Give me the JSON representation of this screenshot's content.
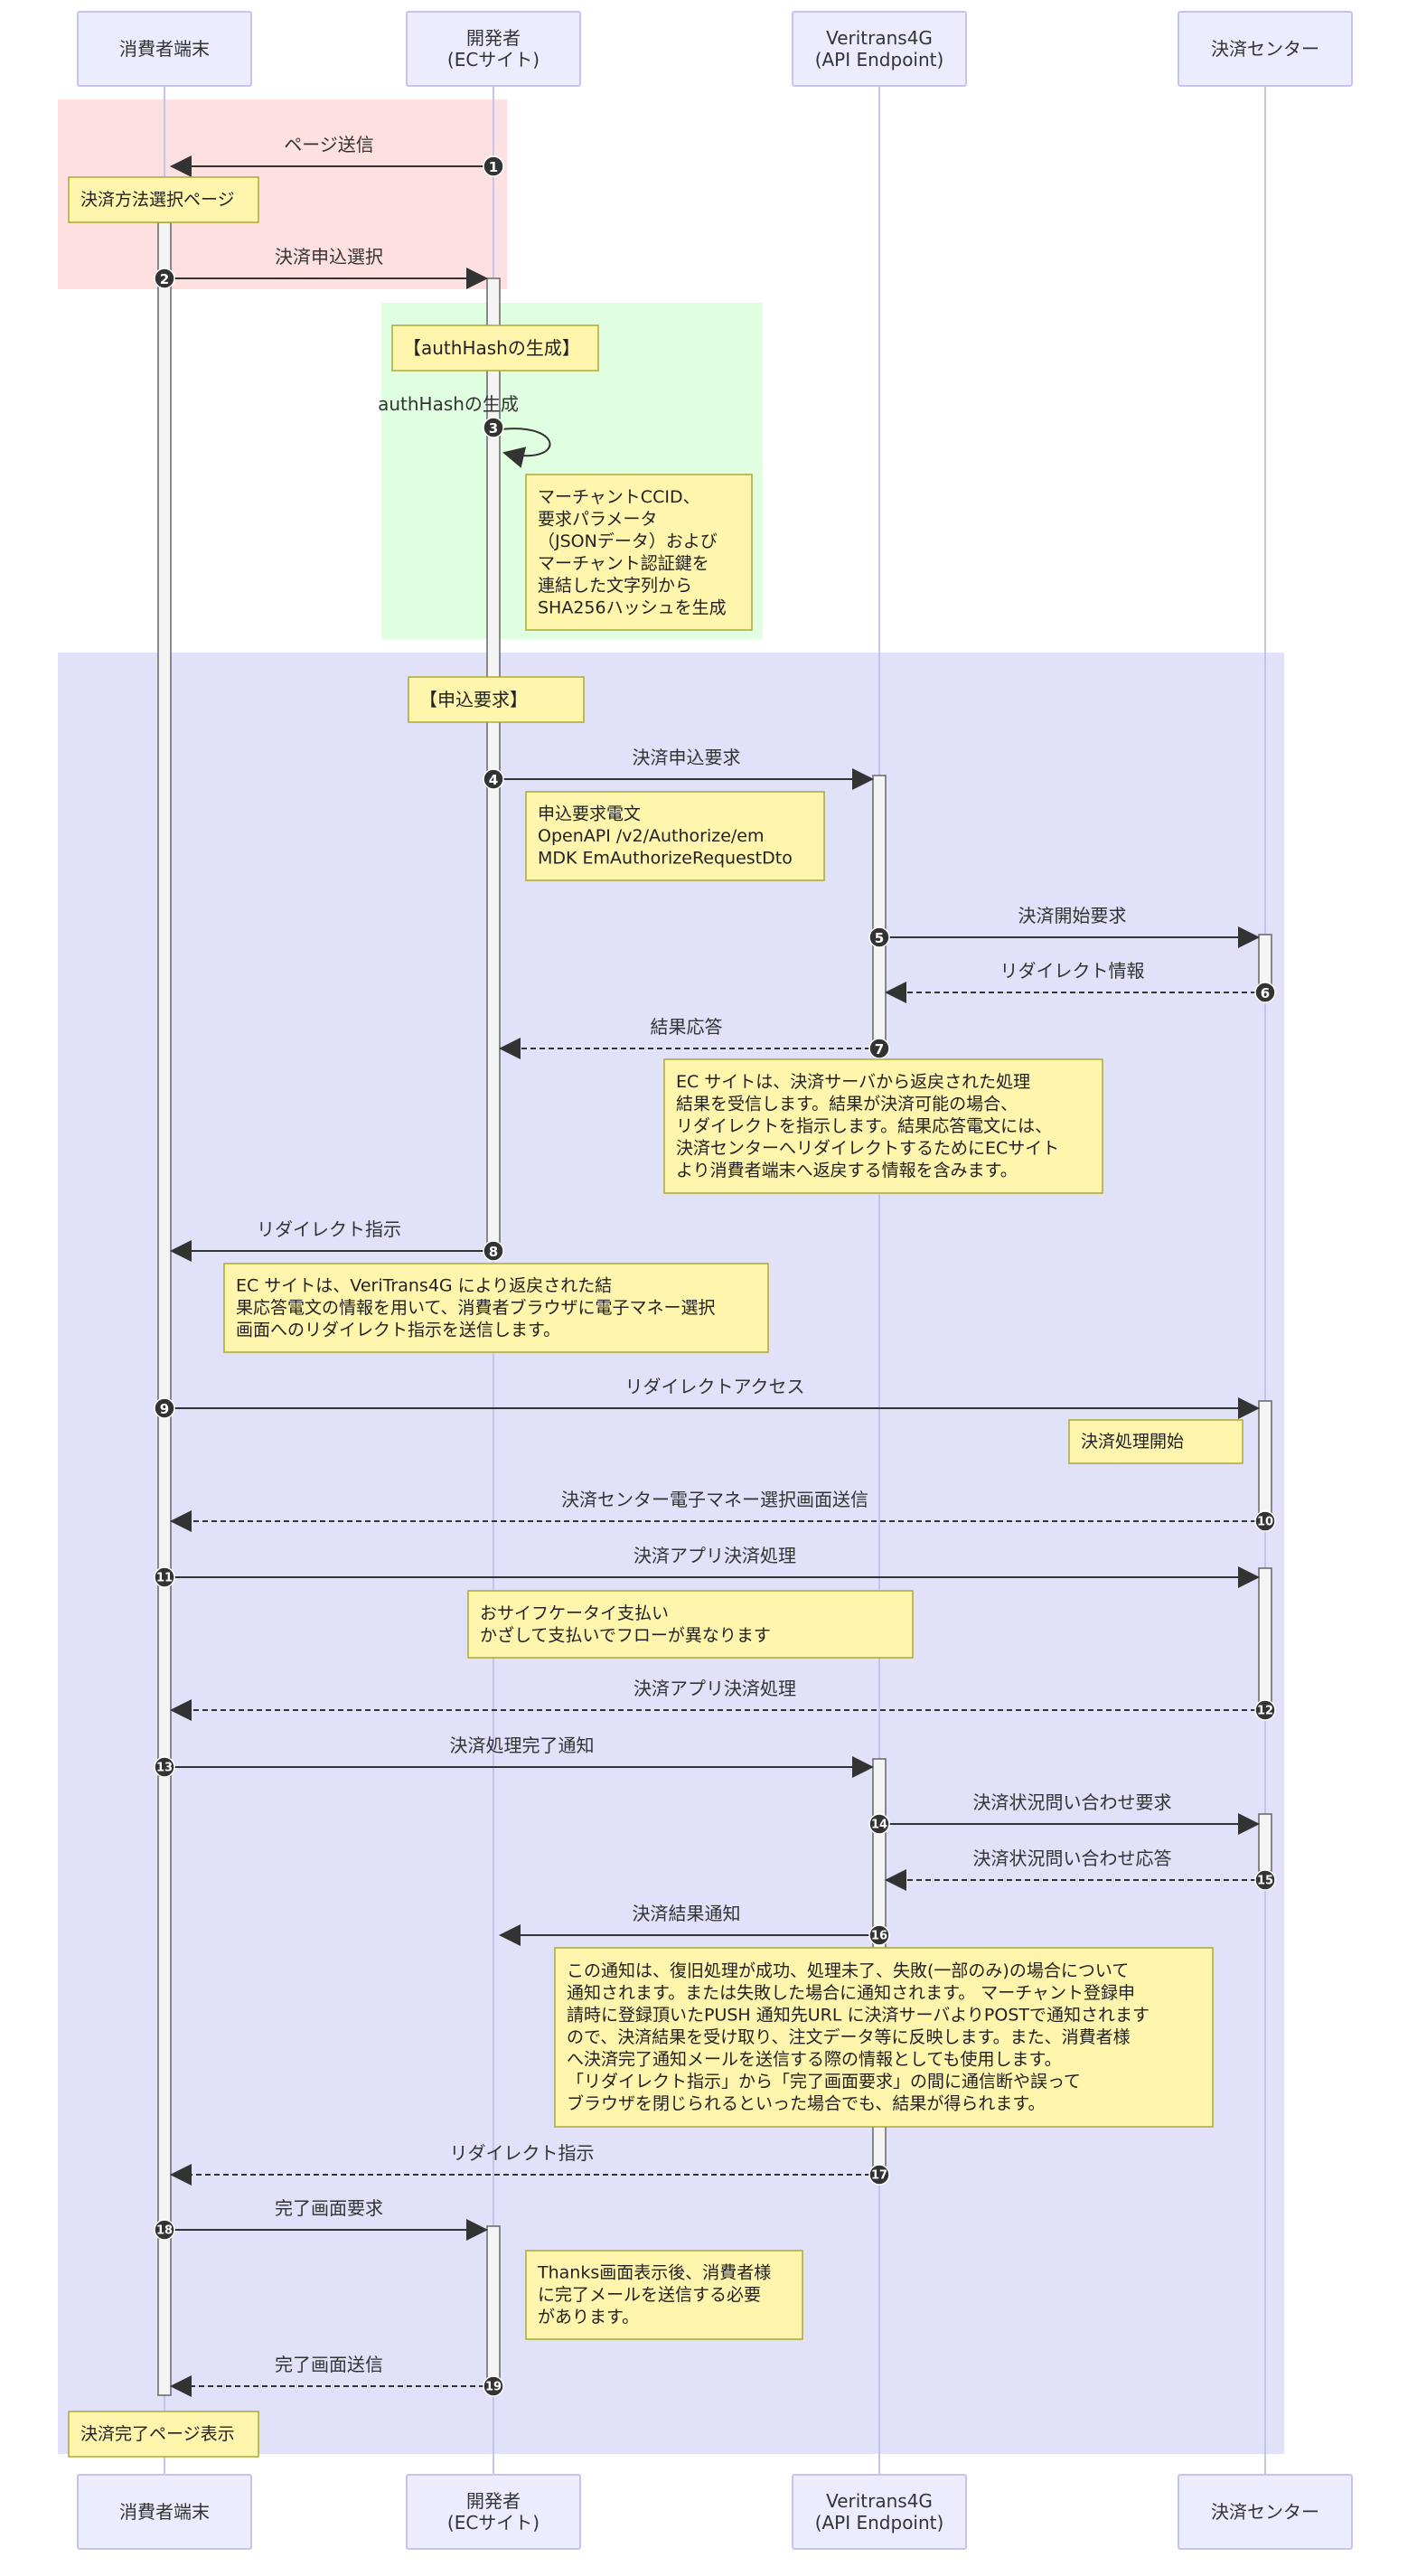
{
  "participants": [
    {
      "lines": [
        "消費者端末"
      ]
    },
    {
      "lines": [
        "開発者",
        "(ECサイト)"
      ]
    },
    {
      "lines": [
        "Veritrans4G",
        "(API Endpoint)"
      ]
    },
    {
      "lines": [
        "決済センター"
      ]
    }
  ],
  "section_labels": {
    "auth": "【authHashの生成】",
    "request": "【申込要求】"
  },
  "messages": [
    {
      "n": "1",
      "text": "ページ送信",
      "from": 1,
      "to": 0,
      "style": "solid"
    },
    {
      "n": "2",
      "text": "決済申込選択",
      "from": 0,
      "to": 1,
      "style": "solid"
    },
    {
      "n": "3",
      "text": "authHashの生成",
      "from": 1,
      "to": 1,
      "style": "self"
    },
    {
      "n": "4",
      "text": "決済申込要求",
      "from": 1,
      "to": 2,
      "style": "solid"
    },
    {
      "n": "5",
      "text": "決済開始要求",
      "from": 2,
      "to": 3,
      "style": "solid"
    },
    {
      "n": "6",
      "text": "リダイレクト情報",
      "from": 3,
      "to": 2,
      "style": "dashed"
    },
    {
      "n": "7",
      "text": "結果応答",
      "from": 2,
      "to": 1,
      "style": "dashed"
    },
    {
      "n": "8",
      "text": "リダイレクト指示",
      "from": 1,
      "to": 0,
      "style": "solid"
    },
    {
      "n": "9",
      "text": "リダイレクトアクセス",
      "from": 0,
      "to": 3,
      "style": "solid"
    },
    {
      "n": "10",
      "text": "決済センター電子マネー選択画面送信",
      "from": 3,
      "to": 0,
      "style": "dashed"
    },
    {
      "n": "11",
      "text": "決済アプリ決済処理",
      "from": 0,
      "to": 3,
      "style": "solid"
    },
    {
      "n": "12",
      "text": "決済アプリ決済処理",
      "from": 3,
      "to": 0,
      "style": "dashed"
    },
    {
      "n": "13",
      "text": "決済処理完了通知",
      "from": 0,
      "to": 2,
      "style": "solid"
    },
    {
      "n": "14",
      "text": "決済状況問い合わせ要求",
      "from": 2,
      "to": 3,
      "style": "solid"
    },
    {
      "n": "15",
      "text": "決済状況問い合わせ応答",
      "from": 3,
      "to": 2,
      "style": "dashed"
    },
    {
      "n": "16",
      "text": "決済結果通知",
      "from": 2,
      "to": 1,
      "style": "solid"
    },
    {
      "n": "17",
      "text": "リダイレクト指示",
      "from": 2,
      "to": 0,
      "style": "dashed"
    },
    {
      "n": "18",
      "text": "完了画面要求",
      "from": 0,
      "to": 1,
      "style": "solid"
    },
    {
      "n": "19",
      "text": "完了画面送信",
      "from": 1,
      "to": 0,
      "style": "dashed"
    }
  ],
  "notes": [
    {
      "id": "payment-select-page",
      "lines": [
        "決済方法選択ページ"
      ]
    },
    {
      "id": "hash-description",
      "lines": [
        "マーチャントCCID、",
        "要求パラメータ",
        "（JSONデータ）および",
        "マーチャント認証鍵を",
        "連結した文字列から",
        "SHA256ハッシュを生成"
      ]
    },
    {
      "id": "request-message",
      "lines": [
        "申込要求電文",
        "OpenAPI /v2/Authorize/em",
        "MDK EmAuthorizeRequestDto"
      ]
    },
    {
      "id": "result-response",
      "lines": [
        "EC サイトは、決済サーバから返戻された処理",
        "結果を受信します。結果が決済可能の場合、",
        "リダイレクトを指示します。結果応答電文には、",
        "決済センターへリダイレクトするためにECサイト",
        "より消費者端末へ返戻する情報を含みます。"
      ]
    },
    {
      "id": "redirect-instruction",
      "lines": [
        "EC サイトは、VeriTrans4G により返戻された結",
        "果応答電文の情報を用いて、消費者ブラウザに電子マネー選択",
        "画面へのリダイレクト指示を送信します。"
      ]
    },
    {
      "id": "process-start",
      "lines": [
        "決済処理開始"
      ]
    },
    {
      "id": "osaifu-keitai",
      "lines": [
        "おサイフケータイ支払い",
        "かざして支払いでフローが異なります"
      ]
    },
    {
      "id": "push-notification",
      "lines": [
        "この通知は、復旧処理が成功、処理未了、失敗(一部のみ)の場合について",
        "通知されます。または失敗した場合に通知されます。 マーチャント登録申",
        "請時に登録頂いたPUSH 通知先URL に決済サーバよりPOSTで通知されます",
        "ので、決済結果を受け取り、注文データ等に反映します。また、消費者様",
        "へ決済完了通知メールを送信する際の情報としても使用します。",
        "「リダイレクト指示」から「完了画面要求」の間に通信断や誤って",
        "ブラウザを閉じられるといった場合でも、結果が得られます。"
      ]
    },
    {
      "id": "thanks-page",
      "lines": [
        "Thanks画面表示後、消費者様",
        "に完了メールを送信する必要",
        "があります。"
      ]
    },
    {
      "id": "complete-page",
      "lines": [
        "決済完了ページ表示"
      ]
    }
  ],
  "colors": {
    "participant_fill": "#ECECFF",
    "participant_border": "#9370DB",
    "lifeline": "#C5C3F0",
    "note_fill": "#FFF5AD",
    "note_border": "#AAAA33",
    "region_pink": "#FFE0E0",
    "region_green": "#E0FFE0",
    "region_lavender": "#E1E1FA",
    "arrow": "#333333",
    "badge": "#333333",
    "activation_fill": "#F4F4F4",
    "activation_border": "#666666"
  }
}
